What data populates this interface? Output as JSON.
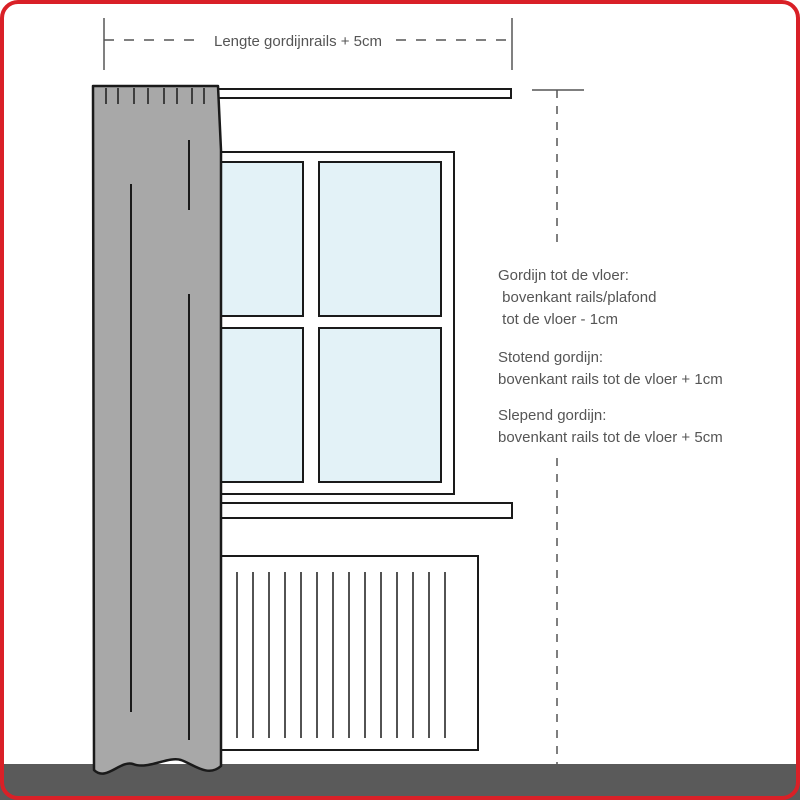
{
  "colors": {
    "frame": "#d92027",
    "curtain": "#a8a8a8",
    "glass": "#e3f2f7",
    "floor": "#5a5a5a",
    "line": "#1a1a1a",
    "text": "#555555",
    "dash": "#555555"
  },
  "labels": {
    "rail_length": "Lengte gordijnrails + 5cm",
    "floor_title": "Gordijn tot de vloer:",
    "floor_line1": " bovenkant rails/plafond",
    "floor_line2": " tot de vloer - 1cm",
    "stotend_title": "Stotend gordijn:",
    "stotend_line1": "bovenkant rails tot de vloer + 1cm",
    "slepend_title": "Slepend gordijn:",
    "slepend_line1": "bovenkant rails tot de vloer + 5cm"
  }
}
